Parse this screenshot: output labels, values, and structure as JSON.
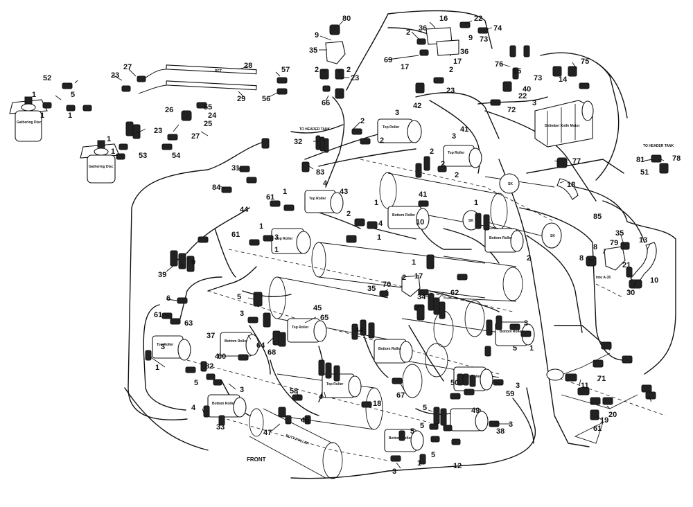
{
  "diagram": {
    "labels": {
      "front": "FRONT",
      "butt_roller": "BUTT ROLLER",
      "to_header_tank": "TO HEADER TANK",
      "to_header_tank_right": "TO HEADER TANK",
      "ret": "RET",
      "sk1": "SK",
      "sk2": "SK",
      "sk3": "SK",
      "gathering_disc_1": "Gathering Disc",
      "gathering_disc_2": "Gathering Disc",
      "delimber_knife_motor": "Delimber Knife Motor",
      "into_a35": "Into A-35"
    },
    "roller_labels": [
      "Top Roller",
      "Top Roller",
      "Bottom Roller",
      "Top Roller",
      "Top Roller",
      "Bottom Roller",
      "Top Roller",
      "Bottom Roller",
      "Top Roller",
      "Bottom Roller",
      "Bottom Roller",
      "Top Roller",
      "Bottom Roller",
      "Bottom Roller",
      "Bottom Roller"
    ],
    "callouts": [
      "80",
      "9",
      "35",
      "2",
      "2",
      "16",
      "36",
      "22",
      "74",
      "2",
      "9",
      "73",
      "36",
      "69",
      "17",
      "17",
      "2",
      "75",
      "76",
      "15",
      "73",
      "14",
      "40",
      "22",
      "72",
      "3",
      "23",
      "57",
      "56",
      "66",
      "23",
      "28",
      "29",
      "27",
      "23",
      "52",
      "1",
      "5",
      "1",
      "1",
      "55",
      "26",
      "24",
      "25",
      "27",
      "23",
      "54",
      "1",
      "53",
      "1",
      "42",
      "2",
      "3",
      "2",
      "41",
      "3",
      "2",
      "2",
      "2",
      "32",
      "83",
      "31",
      "84",
      "61",
      "1",
      "4",
      "43",
      "44",
      "61",
      "1",
      "3",
      "1",
      "41",
      "1",
      "2",
      "4",
      "2",
      "1",
      "1",
      "10",
      "77",
      "18",
      "81",
      "51",
      "78",
      "85",
      "35",
      "8",
      "79",
      "13",
      "8",
      "21",
      "10",
      "30",
      "39",
      "9",
      "1",
      "2",
      "70",
      "35",
      "17",
      "34",
      "62",
      "6",
      "61",
      "63",
      "5",
      "3",
      "45",
      "65",
      "64",
      "68",
      "44",
      "3",
      "1",
      "5",
      "4",
      "3",
      "37",
      "1",
      "5",
      "60",
      "3",
      "82",
      "58",
      "4",
      "18",
      "67",
      "50",
      "3",
      "59",
      "5",
      "49",
      "3",
      "38",
      "4",
      "33",
      "47",
      "46",
      "3",
      "1",
      "5",
      "5",
      "5",
      "12",
      "11",
      "71",
      "19",
      "20",
      "61"
    ]
  }
}
